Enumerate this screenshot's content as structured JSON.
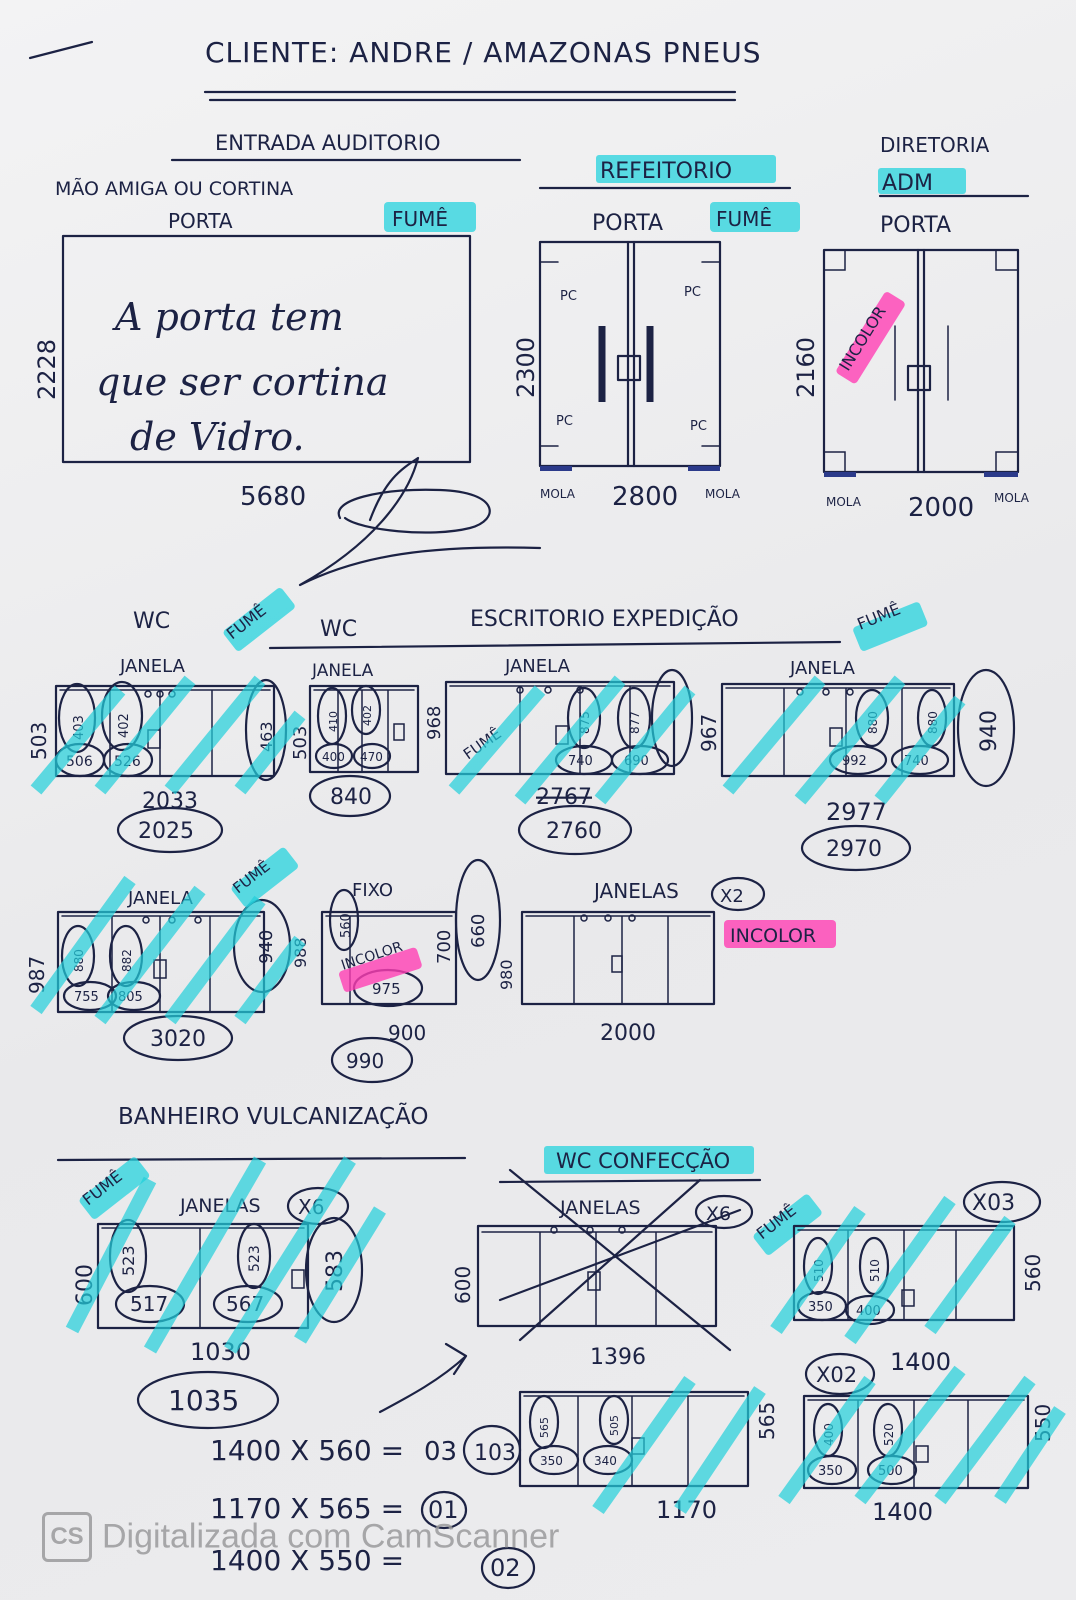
{
  "title": "CLIENTE: ANDRE / AMAZONAS PNEUS",
  "sections": {
    "auditorio": {
      "heading": "ENTRADA AUDITORIO",
      "subtitle": "MÃO AMIGA OU CORTINA",
      "door_label": "PORTA",
      "tint": "FUMÊ",
      "note_lines": [
        "A porta tem",
        "que ser cortina",
        "de Vidro."
      ],
      "height": "2228",
      "width": "5680"
    },
    "refeitorio": {
      "heading": "REFEITORIO",
      "door_label": "PORTA",
      "tint": "FUMÊ",
      "height": "2300",
      "width": "2800",
      "mola_left": "MOLA",
      "mola_right": "MOLA",
      "pc_marks": [
        "PC",
        "PC",
        "PC",
        "PC"
      ]
    },
    "diretoria": {
      "heading_1": "DIRETORIA",
      "heading_2": "ADM",
      "door_label": "PORTA",
      "tint": "INCOLOR",
      "height": "2160",
      "width": "2000",
      "mola_left": "MOLA",
      "mola_right": "MOLA"
    },
    "escritorio": {
      "wc_1": "WC",
      "wc_tint": "FUMÊ",
      "wc_2": "WC",
      "heading": "ESCRITORIO EXPEDIÇÃO",
      "tint": "FUMÊ",
      "windows": [
        {
          "label": "JANELA",
          "height": "503",
          "side": "463",
          "pieces": [
            "403",
            "402",
            "506",
            "526"
          ],
          "width_1": "2033",
          "width_2": "2025"
        },
        {
          "label": "JANELA",
          "height": "503",
          "pieces": [
            "410",
            "402",
            "400",
            "470"
          ],
          "width_1": "840"
        },
        {
          "label": "JANELA",
          "height": "968",
          "tint": "FUMÊ",
          "pieces": [
            "875",
            "877",
            "740",
            "690"
          ],
          "width_1": "2767",
          "width_2": "2760"
        },
        {
          "label": "JANELA",
          "height": "967",
          "side": "940",
          "pieces": [
            "880",
            "880",
            "992",
            "740"
          ],
          "width_1": "2977",
          "width_2": "2970"
        }
      ],
      "row2": [
        {
          "label": "JANELA",
          "tint": "FUMÊ",
          "height": "987",
          "side_1": "940",
          "side_2": "988",
          "pieces": [
            "880",
            "882",
            "755",
            "805"
          ],
          "width": "3020"
        },
        {
          "label": "FIXO",
          "tint": "INCOLOR",
          "side": "560",
          "height": "700",
          "right_dim": "660",
          "right_dim_2": "980",
          "pieces": [
            "975"
          ],
          "width_1": "900",
          "width_2": "990"
        },
        {
          "label": "JANELAS",
          "count": "X2",
          "tint": "INCOLOR",
          "width": "2000"
        }
      ]
    },
    "banheiro": {
      "heading": "BANHEIRO VULCANIZAÇÃO",
      "tint": "FUMÊ",
      "window_label": "JANELAS",
      "count": "X6",
      "height": "600",
      "pieces": [
        "523",
        "517",
        "523",
        "567",
        "583"
      ],
      "width_1": "1030",
      "width_2": "1035"
    },
    "confeccao": {
      "heading": "WC CONFECÇÃO",
      "window_label": "JANELAS",
      "count": "X6",
      "height": "600",
      "width": "1396",
      "tint": "FUMÊ",
      "win_a": {
        "count": "X03",
        "height": "560",
        "pieces": [
          "510",
          "510",
          "350",
          "400"
        ],
        "width": "1400"
      },
      "win_b": {
        "count": "X02",
        "height": "550",
        "pieces": [
          "400",
          "520",
          "350",
          "500"
        ],
        "width": "1400"
      },
      "win_c": {
        "height": "565",
        "pieces": [
          "565",
          "505",
          "350",
          "340"
        ],
        "width": "1170",
        "count": "103"
      }
    },
    "summary": [
      {
        "expr": "1400 X 560 =",
        "result": "03"
      },
      {
        "expr": "1170 X 565 =",
        "result": "01"
      },
      {
        "expr": "1400 X 550 =",
        "result": "02"
      }
    ]
  },
  "watermark": "Digitalizada com CamScanner",
  "watermark_logo": "CS"
}
